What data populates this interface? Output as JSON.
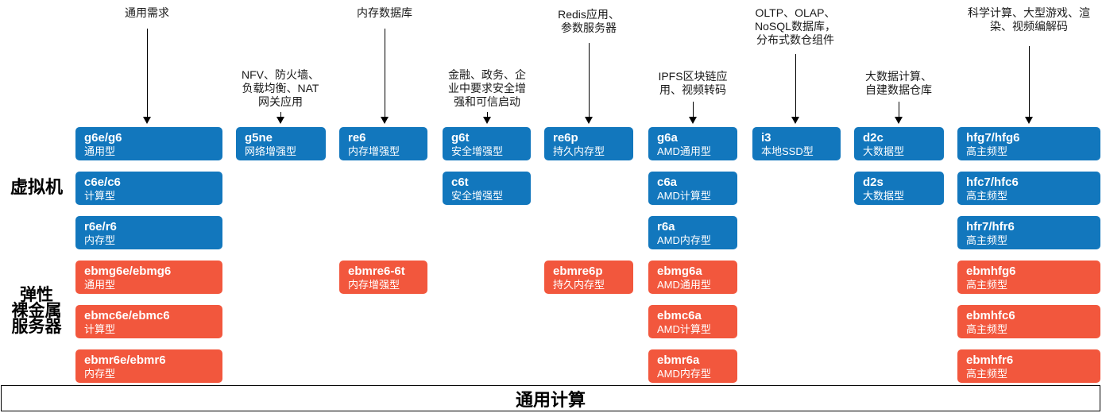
{
  "colors": {
    "vm_blue": "#1277BD",
    "bare_metal_orange": "#F2573D"
  },
  "row_labels": {
    "vm": "虚拟机",
    "bare_metal": "弹性\n裸金属\n服务器"
  },
  "banner": {
    "title": "通用计算"
  },
  "annotations": [
    {
      "text": "通用需求"
    },
    {
      "text": "NFV、防火墙、\n负载均衡、NAT\n网关应用"
    },
    {
      "text": "内存数据库"
    },
    {
      "text": "金融、政务、企\n业中要求安全增\n强和可信启动"
    },
    {
      "text": "Redis应用、\n参数服务器"
    },
    {
      "text": "IPFS区块链应\n用、视频转码"
    },
    {
      "text": "OLTP、OLAP、\nNoSQL数据库，\n分布式数仓组件"
    },
    {
      "text": "大数据计算、\n自建数据仓库"
    },
    {
      "text": "科学计算、大型游戏、渲\n染、视频编解码"
    }
  ],
  "boxes": [
    {
      "code": "g6e/g6",
      "type": "通用型"
    },
    {
      "code": "c6e/c6",
      "type": "计算型"
    },
    {
      "code": "r6e/r6",
      "type": "内存型"
    },
    {
      "code": "ebmg6e/ebmg6",
      "type": "通用型"
    },
    {
      "code": "ebmc6e/ebmc6",
      "type": "计算型"
    },
    {
      "code": "ebmr6e/ebmr6",
      "type": "内存型"
    },
    {
      "code": "g5ne",
      "type": "网络增强型"
    },
    {
      "code": "re6",
      "type": "内存增强型"
    },
    {
      "code": "ebmre6-6t",
      "type": "内存增强型"
    },
    {
      "code": "g6t",
      "type": "安全增强型"
    },
    {
      "code": "c6t",
      "type": "安全增强型"
    },
    {
      "code": "re6p",
      "type": "持久内存型"
    },
    {
      "code": "ebmre6p",
      "type": "持久内存型"
    },
    {
      "code": "g6a",
      "type": "AMD通用型"
    },
    {
      "code": "c6a",
      "type": "AMD计算型"
    },
    {
      "code": "r6a",
      "type": "AMD内存型"
    },
    {
      "code": "ebmg6a",
      "type": "AMD通用型"
    },
    {
      "code": "ebmc6a",
      "type": "AMD计算型"
    },
    {
      "code": "ebmr6a",
      "type": "AMD内存型"
    },
    {
      "code": "i3",
      "type": "本地SSD型"
    },
    {
      "code": "d2c",
      "type": "大数据型"
    },
    {
      "code": "d2s",
      "type": "大数据型"
    },
    {
      "code": "hfg7/hfg6",
      "type": "高主频型"
    },
    {
      "code": "hfc7/hfc6",
      "type": "高主频型"
    },
    {
      "code": "hfr7/hfr6",
      "type": "高主频型"
    },
    {
      "code": "ebmhfg6",
      "type": "高主频型"
    },
    {
      "code": "ebmhfc6",
      "type": "高主频型"
    },
    {
      "code": "ebmhfr6",
      "type": "高主频型"
    }
  ]
}
